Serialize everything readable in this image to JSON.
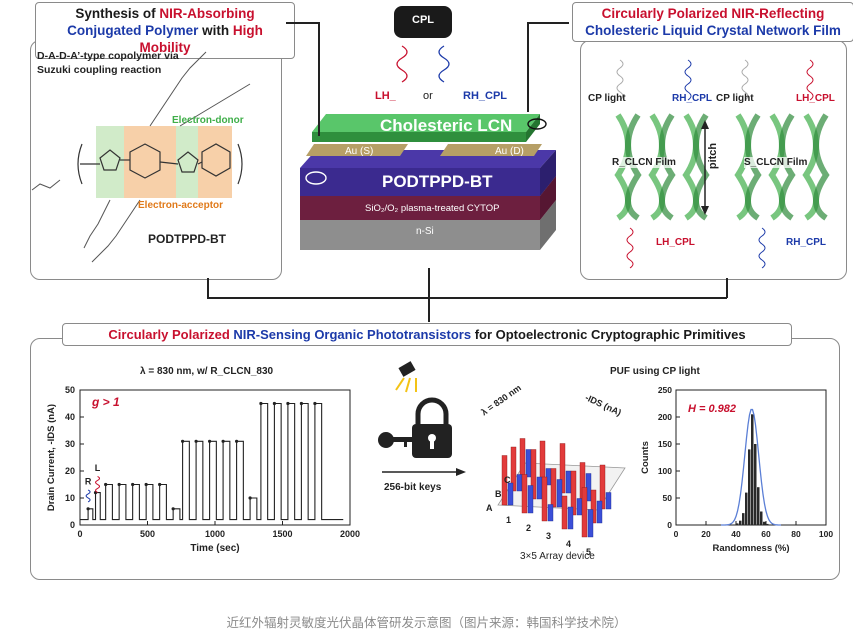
{
  "top_left": {
    "title_line1_a": "Synthesis of ",
    "title_line1_b": "NIR-Absorbing",
    "title_line2_a": "Conjugated Polymer",
    "title_line2_b": " with ",
    "title_line2_c": "High Mobility",
    "desc_line1": "D-A-D-A’-type copolymer via",
    "desc_line2": "Suzuki coupling reaction",
    "donor_label": "Electron-donor",
    "acceptor_label": "Electron-acceptor",
    "polymer_name": "PODTPPD-BT"
  },
  "top_right": {
    "title_line1": "Circularly Polarized NIR-Reflecting",
    "title_line2": "Cholesteric Liquid Crystal Network Film",
    "cp_light_1": "CP light",
    "rh_cpl_1": "RH_CPL",
    "cp_light_2": "CP light",
    "lh_cpl_2": "LH_CPL",
    "film_r": "R_CLCN Film",
    "film_s": "S_CLCN Film",
    "pitch": "pitch",
    "lh_cpl_out": "LH_CPL",
    "rh_cpl_out": "RH_CPL"
  },
  "center": {
    "cpl": "CPL",
    "lh": "LH_",
    "or": "or",
    "rh": "RH_CPL",
    "layer_lcn": "Cholesteric LCN",
    "au_s": "Au (S)",
    "au_d": "Au (D)",
    "layer_polymer": "PODTPPD-BT",
    "layer_dielectric": "SiO₂/O₂ plasma-treated CYTOP",
    "layer_si": "n-Si"
  },
  "bottom": {
    "title_a": "Circularly Polarized ",
    "title_b": "NIR-Sensing",
    "title_c": " Organic Phototransistors",
    "title_d": " for Optoelectronic Cryptographic Primitives",
    "keys_label": "256-bit keys",
    "puf_title": "PUF using CP light",
    "array_label": "3×5 Array device",
    "array_wavelength": "λ = 830 nm",
    "array_z_label": "-IDS (nA)",
    "array_rows": [
      "A",
      "B",
      "C"
    ],
    "array_cols": [
      "1",
      "2",
      "3",
      "4",
      "5"
    ]
  },
  "caption": "近红外辐射灵敏度光伏晶体管研发示意图（图片来源：韩国科学技术院）",
  "colors": {
    "red": "#c8102e",
    "blue": "#1c3aa9",
    "green": "#3fae49",
    "purple": "#3b2a8f",
    "maroon": "#6d1f3f",
    "gray": "#9a9a9a"
  },
  "chart_data": [
    {
      "type": "line",
      "title": "λ = 830 nm, w/ R_CLCN_830",
      "annotation": "g > 1",
      "peak_labels": [
        "R",
        "L"
      ],
      "xlabel": "Time (sec)",
      "ylabel": "Drain Current, -IDS (nA)",
      "xlim": [
        0,
        2000
      ],
      "ylim": [
        0,
        50
      ],
      "xticks": [
        0,
        500,
        1000,
        1500,
        2000
      ],
      "yticks": [
        0,
        10,
        20,
        30,
        40,
        50
      ],
      "pulses": [
        {
          "start": 60,
          "end": 95,
          "value": 6
        },
        {
          "start": 115,
          "end": 150,
          "value": 12
        },
        {
          "start": 190,
          "end": 240,
          "value": 15
        },
        {
          "start": 290,
          "end": 340,
          "value": 15
        },
        {
          "start": 390,
          "end": 440,
          "value": 15
        },
        {
          "start": 490,
          "end": 540,
          "value": 15
        },
        {
          "start": 590,
          "end": 640,
          "value": 15
        },
        {
          "start": 690,
          "end": 740,
          "value": 6
        },
        {
          "start": 760,
          "end": 810,
          "value": 31
        },
        {
          "start": 860,
          "end": 910,
          "value": 31
        },
        {
          "start": 960,
          "end": 1010,
          "value": 31
        },
        {
          "start": 1060,
          "end": 1110,
          "value": 31
        },
        {
          "start": 1160,
          "end": 1210,
          "value": 31
        },
        {
          "start": 1260,
          "end": 1310,
          "value": 10
        },
        {
          "start": 1340,
          "end": 1390,
          "value": 45
        },
        {
          "start": 1440,
          "end": 1490,
          "value": 45
        },
        {
          "start": 1540,
          "end": 1590,
          "value": 45
        },
        {
          "start": 1640,
          "end": 1690,
          "value": 45
        },
        {
          "start": 1740,
          "end": 1790,
          "value": 45
        }
      ],
      "baseline": 2
    },
    {
      "type": "bar",
      "title": "H = 0.982",
      "xlabel": "Randomness (%)",
      "ylabel": "Counts",
      "xlim": [
        0,
        100
      ],
      "ylim": [
        0,
        250
      ],
      "xticks": [
        0,
        20,
        40,
        60,
        80,
        100
      ],
      "yticks": [
        0,
        50,
        100,
        150,
        200,
        250
      ],
      "bins": [
        38,
        40,
        42,
        44,
        46,
        48,
        50,
        52,
        54,
        56,
        58,
        60
      ],
      "values": [
        1,
        3,
        8,
        22,
        60,
        140,
        205,
        150,
        70,
        25,
        6,
        2
      ]
    },
    {
      "type": "bar",
      "title": "3×5 Array device",
      "categories_rows": [
        "A",
        "B",
        "C"
      ],
      "categories_cols": [
        "1",
        "2",
        "3",
        "4",
        "5"
      ],
      "values_red": [
        [
          0.9,
          0.7,
          0.8,
          0.6,
          0.9
        ],
        [
          0.8,
          0.9,
          0.7,
          0.8,
          0.6
        ],
        [
          0.7,
          0.8,
          0.9,
          0.7,
          0.8
        ]
      ],
      "values_blue": [
        [
          0.4,
          0.5,
          0.3,
          0.4,
          0.5
        ],
        [
          0.3,
          0.4,
          0.5,
          0.3,
          0.4
        ],
        [
          0.5,
          0.3,
          0.4,
          0.5,
          0.3
        ]
      ]
    }
  ]
}
